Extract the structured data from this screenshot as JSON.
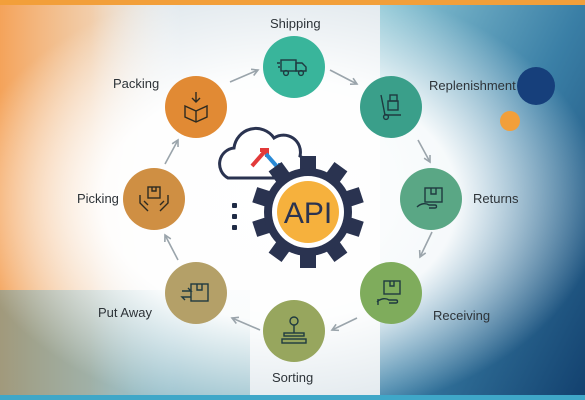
{
  "nodes": [
    {
      "id": "shipping",
      "label": "Shipping",
      "color": "#39b59b",
      "icon": "truck-icon"
    },
    {
      "id": "replenishment",
      "label": "Replenishment",
      "color": "#3a9f8a",
      "icon": "hand-truck-icon"
    },
    {
      "id": "returns",
      "label": "Returns",
      "color": "#5aa785",
      "icon": "return-box-icon"
    },
    {
      "id": "receiving",
      "label": "Receiving",
      "color": "#7fac5c",
      "icon": "receive-hand-icon"
    },
    {
      "id": "sorting",
      "label": "Sorting",
      "color": "#97a65e",
      "icon": "scale-icon"
    },
    {
      "id": "putaway",
      "label": "Put Away",
      "color": "#b4a068",
      "icon": "put-away-icon"
    },
    {
      "id": "picking",
      "label": "Picking",
      "color": "#cf8f43",
      "icon": "pick-hands-icon"
    },
    {
      "id": "packing",
      "label": "Packing",
      "color": "#e18a34",
      "icon": "packing-box-icon"
    }
  ],
  "center": {
    "text": "API",
    "gear_color": "#2a3350",
    "core_color": "#f6b13d"
  },
  "colors": {
    "arrow": "#9aa4ab",
    "accent_dark": "#163f7b",
    "accent_orange": "#f29f3a"
  }
}
